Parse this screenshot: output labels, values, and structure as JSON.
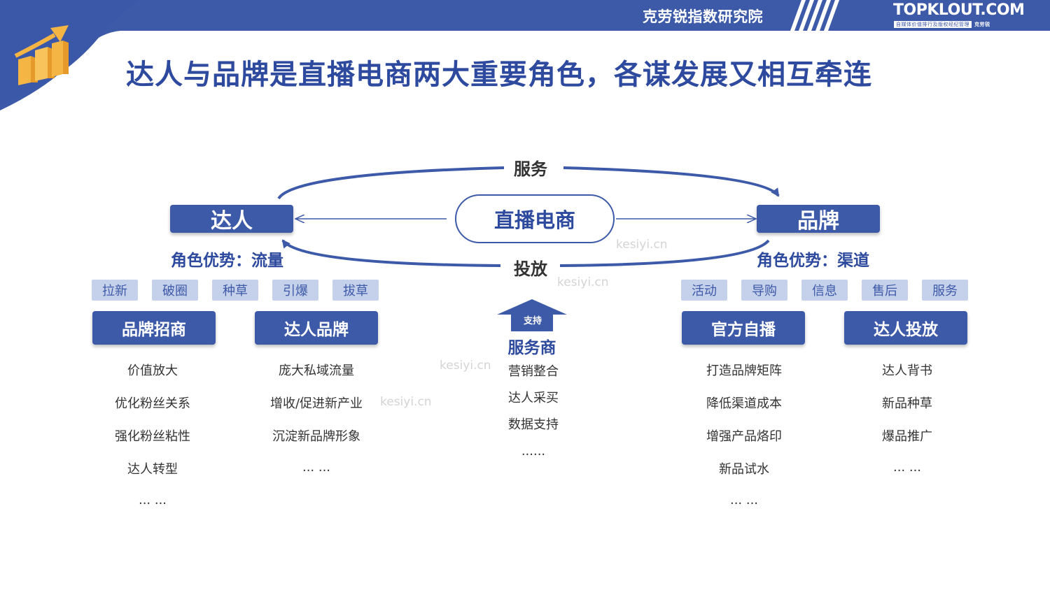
{
  "header": {
    "org_name": "克劳锐指数研究院",
    "brand": "TOPKLOUT.COM",
    "brand_tagline": "自媒体价值排行及版权经纪管理",
    "brand_cn": "克劳锐"
  },
  "title": "达人与品牌是直播电商两大重要角色，各谋发展又相互牵连",
  "diagram": {
    "center": "直播电商",
    "arc_top_label": "服务",
    "arc_bottom_label": "投放",
    "left": {
      "role": "达人",
      "advantage": "角色优势：流量",
      "tags": [
        "拉新",
        "破圈",
        "种草",
        "引爆",
        "拔草"
      ],
      "columns": [
        {
          "title": "品牌招商",
          "items": [
            "价值放大",
            "优化粉丝关系",
            "强化粉丝粘性",
            "达人转型",
            "... ..."
          ]
        },
        {
          "title": "达人品牌",
          "items": [
            "庞大私域流量",
            "增收/促进新产业",
            "沉淀新品牌形象",
            "... ..."
          ]
        }
      ]
    },
    "right": {
      "role": "品牌",
      "advantage": "角色优势：渠道",
      "tags": [
        "活动",
        "导购",
        "信息",
        "售后",
        "服务"
      ],
      "columns": [
        {
          "title": "官方自播",
          "items": [
            "打造品牌矩阵",
            "降低渠道成本",
            "增强产品烙印",
            "新品试水",
            "... ..."
          ]
        },
        {
          "title": "达人投放",
          "items": [
            "达人背书",
            "新品种草",
            "爆品推广",
            "... ..."
          ]
        }
      ]
    },
    "service": {
      "arrow_label": "支持",
      "title": "服务商",
      "items": [
        "营销整合",
        "达人采买",
        "数据支持",
        "......"
      ]
    }
  },
  "watermark": "kesiyi.cn",
  "colors": {
    "primary": "#3d5aa9",
    "title": "#2e4a9e",
    "tag_bg": "#c5d0ea",
    "accent_orange": "#f5b544"
  }
}
